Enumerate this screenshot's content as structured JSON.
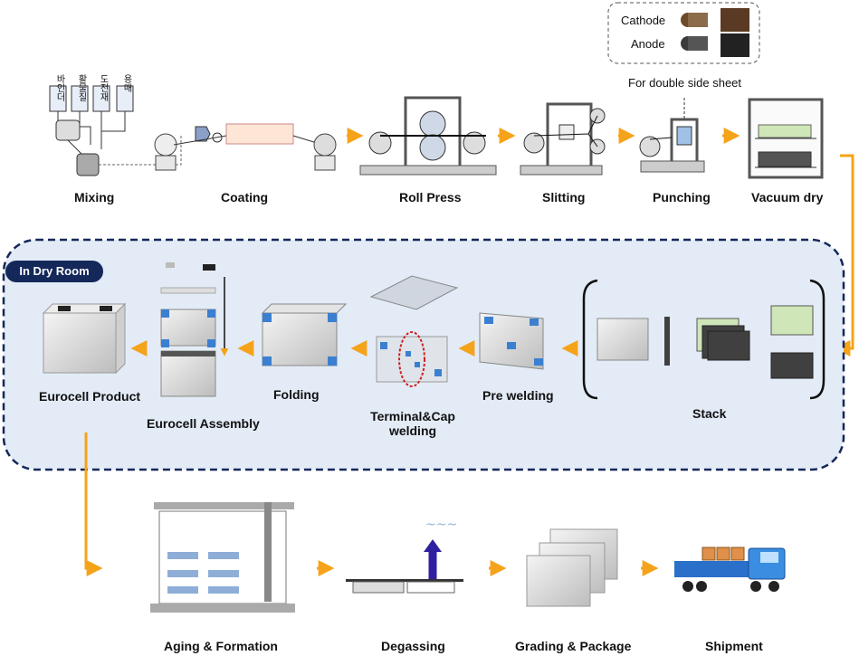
{
  "legend": {
    "cathode": "Cathode",
    "anode": "Anode",
    "caption": "For double side sheet"
  },
  "mixing": {
    "containers": [
      "바인더",
      "활물질",
      "도전재",
      "용매"
    ]
  },
  "steps_top": [
    "Mixing",
    "Coating",
    "Roll Press",
    "Slitting",
    "Punching",
    "Vacuum dry"
  ],
  "dry_room": {
    "title": "In Dry Room",
    "stack": "Stack",
    "pre_welding": "Pre welding",
    "terminal_line1": "Terminal&Cap",
    "terminal_line2": "welding",
    "folding": "Folding",
    "assembly": "Eurocell Assembly",
    "product": "Eurocell Product"
  },
  "steps_bottom": [
    "Aging & Formation",
    "Degassing",
    "Grading & Package",
    "Shipment"
  ],
  "colors": {
    "arrow": "#f5a31a",
    "dry_room_bg": "#e3ebf6",
    "dry_room_border": "#14285a",
    "tab_blue": "#3b7fd0",
    "cathode_green": "#cfe6b8",
    "anode_dark": "#404040"
  }
}
